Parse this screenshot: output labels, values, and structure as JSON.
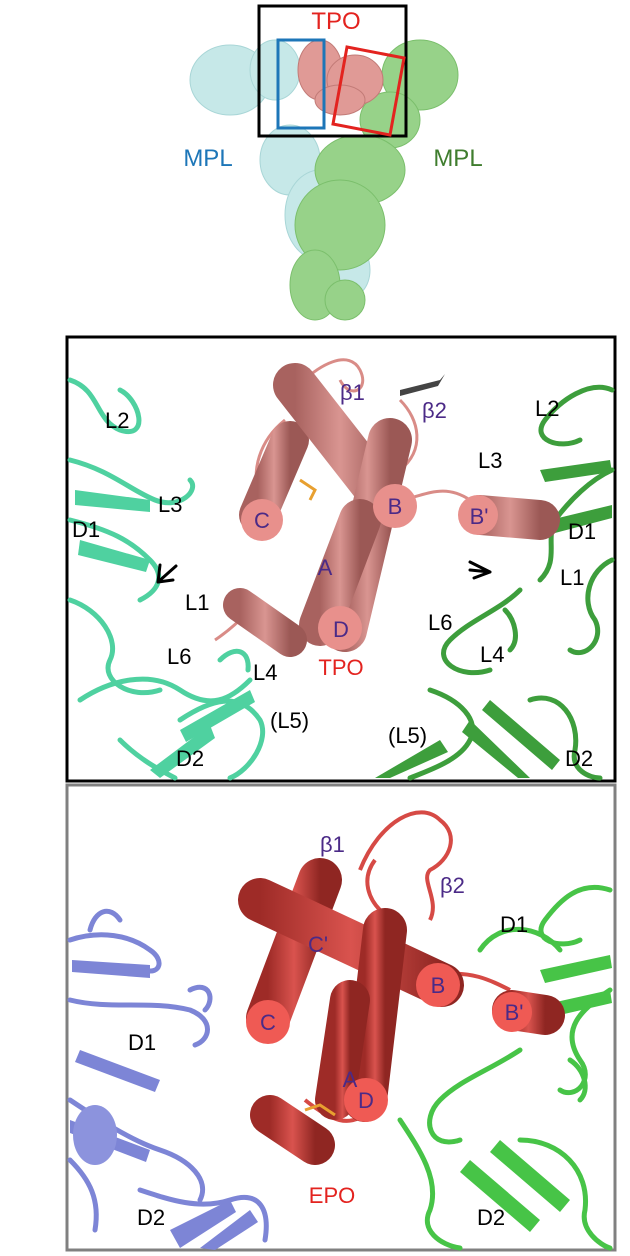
{
  "overview": {
    "title": "TPO",
    "mpl_left": "MPL",
    "mpl_right": "MPL"
  },
  "tpo_panel": {
    "helices": {
      "A": "A",
      "B": "B",
      "B_prime": "B'",
      "C": "C",
      "D": "D"
    },
    "strands": {
      "beta1": "β1",
      "beta2": "β2"
    },
    "ligand": "TPO",
    "left_receptor": {
      "L2": "L2",
      "L3": "L3",
      "D1": "D1",
      "L1": "L1",
      "L6": "L6",
      "L4": "L4",
      "L5": "(L5)",
      "D2": "D2"
    },
    "right_receptor": {
      "L2": "L2",
      "L3": "L3",
      "D1": "D1",
      "L1": "L1",
      "L6": "L6",
      "L4": "L4",
      "L5": "(L5)",
      "D2": "D2"
    }
  },
  "epo_panel": {
    "helices": {
      "A": "A",
      "B": "B",
      "B_prime": "B'",
      "C": "C",
      "C_prime": "C'",
      "D": "D"
    },
    "strands": {
      "beta1": "β1",
      "beta2": "β2"
    },
    "ligand": "EPO",
    "left_receptor": {
      "D1": "D1",
      "D2": "D2"
    },
    "right_receptor": {
      "D1": "D1",
      "D2": "D2"
    }
  },
  "colors": {
    "tpo": "#d98c87",
    "tpo_dark": "#b36e6a",
    "epo": "#d64a45",
    "epo_dark": "#a8322e",
    "mpl_left": "#bfe4e6",
    "mpl_right": "#8fcf7f",
    "teal_receptor": "#4fd1a0",
    "green_receptor": "#3d9e3c",
    "blue_receptor": "#7d85d6",
    "lime_receptor": "#47c447",
    "label_red": "#e3231f",
    "label_blue": "#1d76b8",
    "label_green": "#3f7d2e",
    "label_purple": "#4b2a87"
  }
}
